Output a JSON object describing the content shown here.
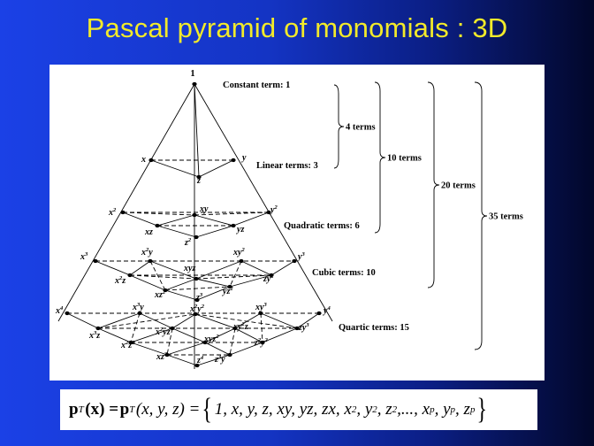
{
  "slide": {
    "title": "Pascal pyramid of monomials : 3D",
    "formula": {
      "lhs1": "p",
      "lhs1_sup": "T",
      "lhs1_arg": "(x) = ",
      "lhs2": "p",
      "lhs2_sup": "T",
      "lhs2_arg": "(x, y, z) = ",
      "set_left": "{",
      "set_body_a": "1, x, y, z, xy, yz, zx, x",
      "exp1": "2",
      "set_body_b": ", y",
      "exp2": "2",
      "set_body_c": ", z",
      "exp3": "2",
      "set_body_d": ",..., x",
      "exp4": "p",
      "set_body_e": ", y",
      "exp5": "p",
      "set_body_f": ", z",
      "exp6": "p",
      "set_right": "}"
    }
  },
  "diagram": {
    "apex_label": "1",
    "levels": [
      {
        "label": "Constant term: 1"
      },
      {
        "label": "Linear terms:  3"
      },
      {
        "label": "Quadratic terms: 6"
      },
      {
        "label": "Cubic terms: 10"
      },
      {
        "label": "Quartic terms: 15"
      }
    ],
    "braces": [
      "4 terms",
      "10 terms",
      "20 terms",
      "35 terms"
    ],
    "nodes": [
      {
        "id": "n0",
        "base": "1",
        "sup": ""
      },
      {
        "id": "n1a",
        "base": "x",
        "sup": ""
      },
      {
        "id": "n1b",
        "base": "y",
        "sup": ""
      },
      {
        "id": "n1c",
        "base": "z",
        "sup": ""
      },
      {
        "id": "n2a",
        "base": "x",
        "sup": "2"
      },
      {
        "id": "n2b",
        "base": "xy",
        "sup": ""
      },
      {
        "id": "n2c",
        "base": "y",
        "sup": "2"
      },
      {
        "id": "n2d",
        "base": "xz",
        "sup": ""
      },
      {
        "id": "n2e",
        "base": "yz",
        "sup": ""
      },
      {
        "id": "n2f",
        "base": "z",
        "sup": "2"
      },
      {
        "id": "n3a",
        "base": "x",
        "sup": "3"
      },
      {
        "id": "n3b",
        "base": "x",
        "sup": "2",
        "base2": "y"
      },
      {
        "id": "n3c",
        "base": "xy",
        "sup": "2"
      },
      {
        "id": "n3d",
        "base": "y",
        "sup": "3"
      },
      {
        "id": "n3e",
        "base": "x",
        "sup": "2",
        "base2": "z"
      },
      {
        "id": "n3f",
        "base": "xyz",
        "sup": ""
      },
      {
        "id": "n3g",
        "base": "zy",
        "sup": "2"
      },
      {
        "id": "n3h",
        "base": "xz",
        "sup": "2"
      },
      {
        "id": "n3i",
        "base": "yz",
        "sup": "2"
      },
      {
        "id": "n3j",
        "base": "z",
        "sup": "3"
      },
      {
        "id": "n4a",
        "base": "x",
        "sup": "4"
      },
      {
        "id": "n4b",
        "base": "x",
        "sup": "3",
        "base2": "y"
      },
      {
        "id": "n4c",
        "base": "x",
        "sup": "2",
        "base2": "y",
        "sup2": "2"
      },
      {
        "id": "n4d",
        "base": "xy",
        "sup": "3"
      },
      {
        "id": "n4e",
        "base": "y",
        "sup": "4"
      },
      {
        "id": "n4f",
        "base": "x",
        "sup": "3",
        "base2": "z"
      },
      {
        "id": "n4g",
        "base": "x",
        "sup": "2",
        "base2": "yz"
      },
      {
        "id": "n4h",
        "base": "xy",
        "sup": "2",
        "base2": "z"
      },
      {
        "id": "n4i",
        "base": "zy",
        "sup": "3"
      },
      {
        "id": "n4j",
        "base": "x",
        "sup": "2",
        "base2": "z",
        "sup2": "2"
      },
      {
        "id": "n4k",
        "base": "xyz",
        "sup": "2"
      },
      {
        "id": "n4l",
        "base": "z",
        "sup": "2",
        "base2": "y",
        "sup2": "2"
      },
      {
        "id": "n4m",
        "base": "xz",
        "sup": "3"
      },
      {
        "id": "n4n",
        "base": "z",
        "sup": "3",
        "base2": "y"
      },
      {
        "id": "n4o",
        "base": "z",
        "sup": "4"
      }
    ]
  }
}
